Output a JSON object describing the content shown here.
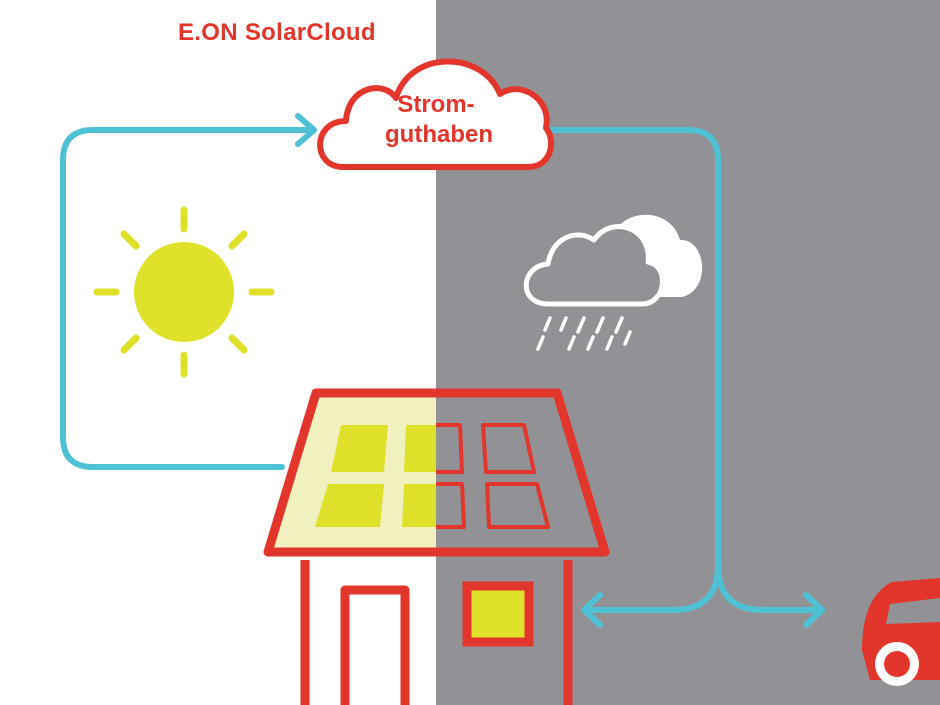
{
  "brand": {
    "label": "E.ON SolarCloud"
  },
  "cloud": {
    "line1": "Strom-",
    "line2": "guthaben"
  },
  "icons": {
    "sun": "sun-icon",
    "rain": "rain-cloud-icon",
    "house": "house-icon",
    "car": "car-icon",
    "storage_cloud": "cloud-icon"
  },
  "colors": {
    "brand_red": "#e2362c",
    "flow_blue": "#4fc1d4",
    "sun_yellow": "#dfe02a",
    "panel_yellow_light": "#f1f1c0",
    "night_gray": "#929296",
    "white": "#ffffff"
  }
}
